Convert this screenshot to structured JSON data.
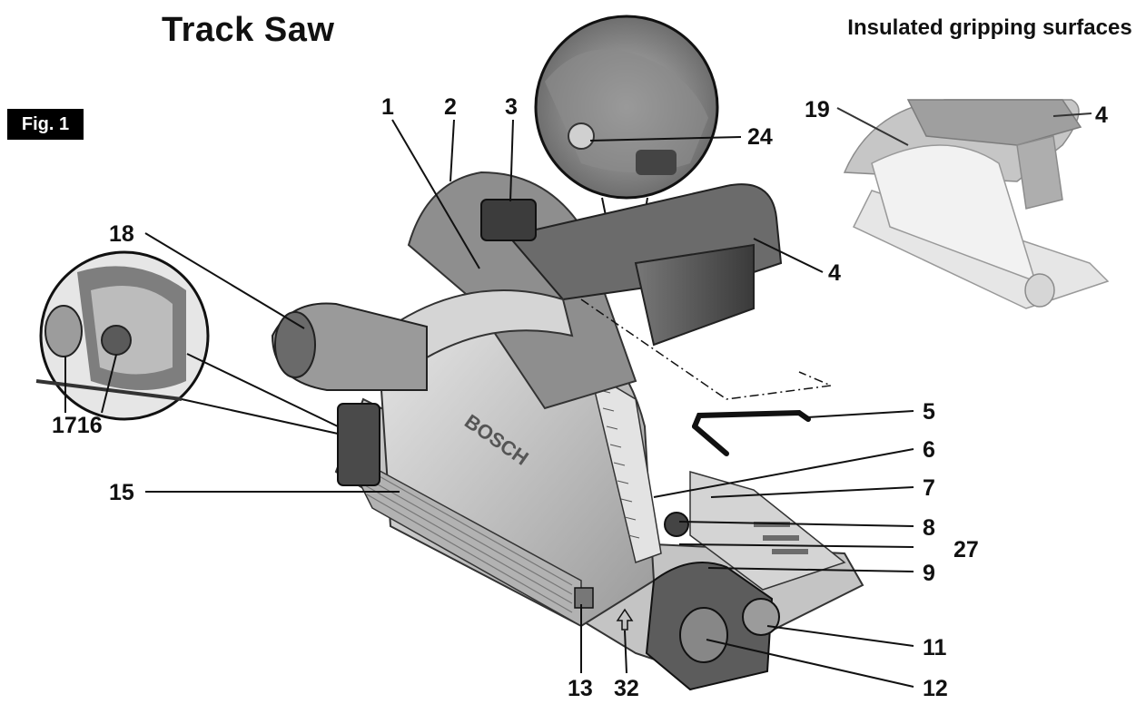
{
  "title": "Track Saw",
  "figure_label": "Fig. 1",
  "inset_title": "Insulated gripping surfaces",
  "callouts": {
    "c1": "1",
    "c2": "2",
    "c3": "3",
    "c24": "24",
    "c18": "18",
    "c4": "4",
    "c5": "5",
    "c6": "6",
    "c7": "7",
    "c8": "8",
    "c27": "27",
    "c9": "9",
    "c11": "11",
    "c12": "12",
    "c13": "13",
    "c32": "32",
    "c15": "15",
    "c1716": "1716",
    "c19": "19",
    "c4b": "4"
  },
  "brand_text": "BOSCH",
  "colors": {
    "line": "#111111",
    "body_light": "#d9d9d9",
    "body_mid": "#a8a8a8",
    "body_dark": "#555555",
    "inset_fill": "#eeeeee"
  }
}
